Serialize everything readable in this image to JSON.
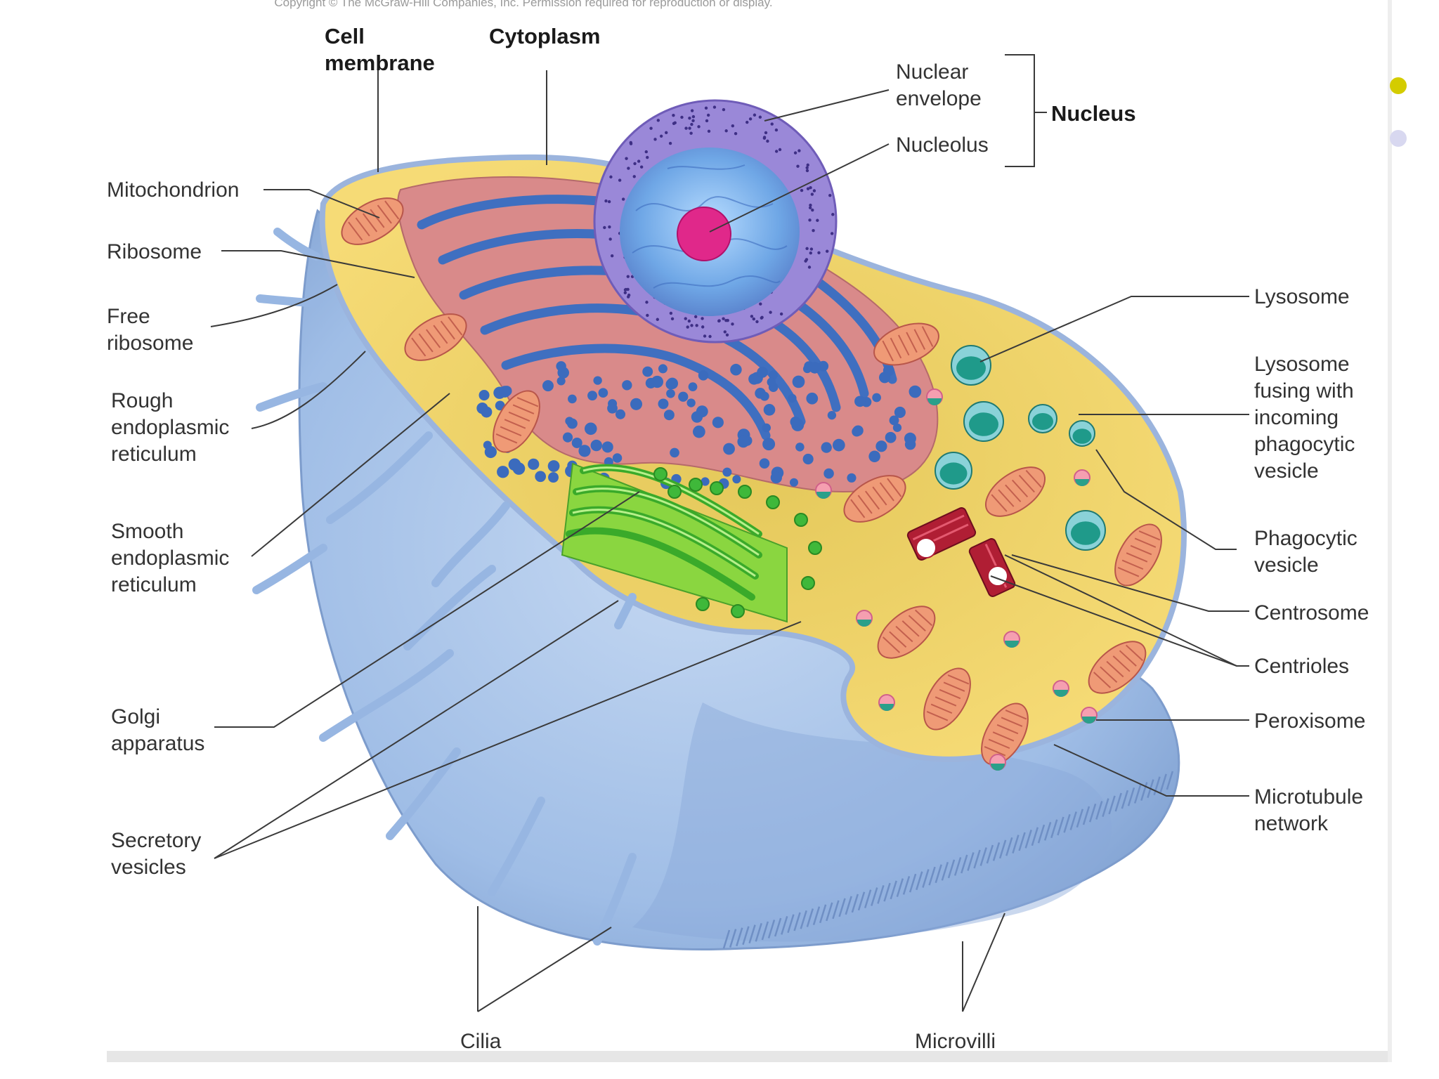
{
  "copyright": "Copyright © The McGraw-Hill Companies, Inc. Permission required for reproduction or display.",
  "labels": {
    "cell_membrane": [
      "Cell",
      "membrane"
    ],
    "cytoplasm": "Cytoplasm",
    "nuclear_envelope": [
      "Nuclear",
      "envelope"
    ],
    "nucleolus": "Nucleolus",
    "nucleus": "Nucleus",
    "mitochondrion": "Mitochondrion",
    "ribosome": "Ribosome",
    "free_ribosome": [
      "Free",
      "ribosome"
    ],
    "rough_er": [
      "Rough",
      "endoplasmic",
      "reticulum"
    ],
    "smooth_er": [
      "Smooth",
      "endoplasmic",
      "reticulum"
    ],
    "golgi": [
      "Golgi",
      "apparatus"
    ],
    "secretory_vesicles": [
      "Secretory",
      "vesicles"
    ],
    "cilia": "Cilia",
    "microvilli": "Microvilli",
    "lysosome": "Lysosome",
    "lysosome_fusing": [
      "Lysosome",
      "fusing with",
      "incoming",
      "phagocytic",
      "vesicle"
    ],
    "phagocytic_vesicle": [
      "Phagocytic",
      "vesicle"
    ],
    "centrosome": "Centrosome",
    "centrioles": "Centrioles",
    "peroxisome": "Peroxisome",
    "microtubule_network": [
      "Microtubule",
      "network"
    ]
  },
  "colors": {
    "membrane_blue": "#a9c4e8",
    "cytoplasm_yellow": "#f4d56a",
    "rough_er_pink": "#d98a8a",
    "er_blue": "#3f6fc0",
    "golgi_green": "#4ec23a",
    "nucleus_purple": "#8d7ad0",
    "nucleolus_magenta": "#e0288a",
    "mitochondrion_orange": "#ef9a76",
    "lysosome_teal": "#1f9a8a",
    "centriole_red": "#b01e34",
    "bullet_yellow": "#d4cc00",
    "bullet_lavender": "#d8d8f0"
  }
}
